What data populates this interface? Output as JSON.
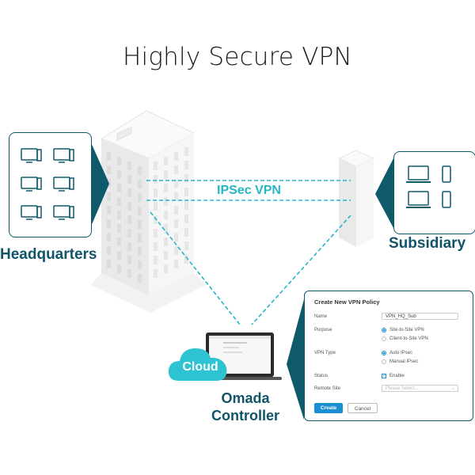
{
  "title": "Highly Secure VPN",
  "nodes": {
    "headquarters": {
      "label": "Headquarters",
      "devices": [
        "desktop",
        "desktop",
        "desktop",
        "desktop",
        "desktop",
        "desktop"
      ]
    },
    "subsidiary": {
      "label": "Subsidiary",
      "devices": [
        "laptop",
        "phone",
        "laptop",
        "phone"
      ]
    },
    "controller": {
      "label_line1": "Omada",
      "label_line2": "Controller",
      "cloud_label": "Cloud"
    }
  },
  "link": {
    "label": "IPSec VPN"
  },
  "colors": {
    "accent_teal": "#26b6c6",
    "dark_teal": "#0e5a6b",
    "cloud": "#2ec3d3",
    "button_blue": "#1a8fd1"
  },
  "dialog": {
    "title": "Create New VPN Policy",
    "fields": {
      "name": {
        "label": "Name",
        "value": "VPN_HQ_Sub"
      },
      "purpose": {
        "label": "Purpose",
        "options": [
          {
            "label": "Site-to-Site VPN",
            "selected": true
          },
          {
            "label": "Client-to-Site VPN",
            "selected": false
          }
        ]
      },
      "vpn_type": {
        "label": "VPN Type",
        "options": [
          {
            "label": "Auto IPsec",
            "selected": true
          },
          {
            "label": "Manual IPsec",
            "selected": false
          }
        ]
      },
      "status": {
        "label": "Status",
        "checkbox_label": "Enable",
        "checked": true
      },
      "remote_site": {
        "label": "Remote Site",
        "placeholder": "Please Select"
      }
    },
    "buttons": {
      "create": "Create",
      "cancel": "Cancel"
    }
  }
}
